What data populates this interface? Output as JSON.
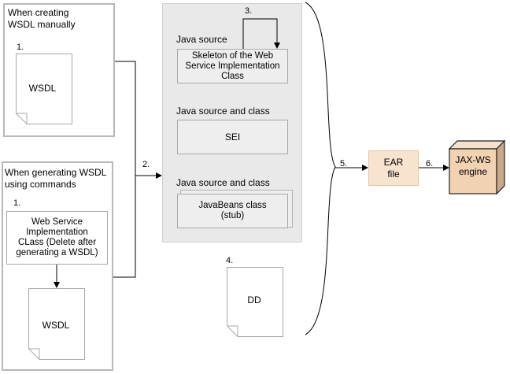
{
  "manual_group": {
    "title_line1": "When creating",
    "title_line2": "WSDL manually",
    "step": "1.",
    "wsdl_doc": "WSDL"
  },
  "command_group": {
    "title_line1": "When generating WSDL",
    "title_line2": "using commands",
    "step": "1.",
    "impl_line1": "Web Service",
    "impl_line2": "Implementation",
    "impl_line3": "CLass (Delete after",
    "impl_line4": "generating a WSDL)",
    "wsdl_doc": "WSDL"
  },
  "generated_panel": {
    "java_source_label": "Java source",
    "skeleton_line1": "Skeleton of the Web",
    "skeleton_line2": "Service Implementation",
    "skeleton_line3": "Class",
    "sei_label": "Java source and class",
    "sei_box": "SEI",
    "javabeans_label": "Java source and class",
    "javabeans_line1": "JavaBeans class",
    "javabeans_line2": "(stub)"
  },
  "dd": {
    "step": "4.",
    "doc": "DD"
  },
  "steps": {
    "s2": "2.",
    "s3": "3.",
    "s5": "5.",
    "s6": "6."
  },
  "ear": {
    "line1": "EAR",
    "line2": "file"
  },
  "engine": {
    "line1": "JAX-WS",
    "line2": "engine"
  },
  "colors": {
    "panel_bg": "#e9e9e9",
    "frame_border": "#b8b8b8",
    "ear_fill": "#f8e3cf",
    "ear_border": "#e9c39e",
    "engine_fill": "#f1d2b2"
  }
}
